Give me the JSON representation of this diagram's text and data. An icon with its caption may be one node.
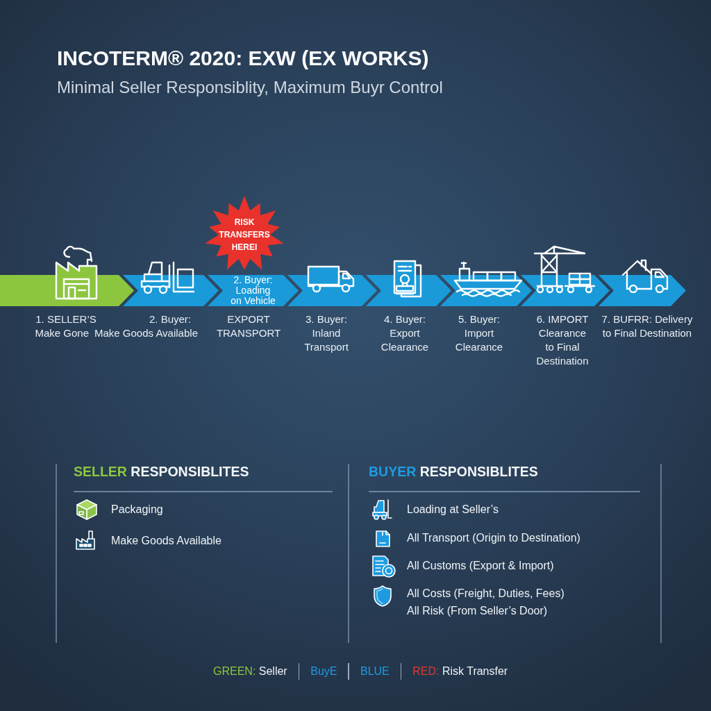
{
  "diagram": {
    "title": "INCOTERM® 2020: EXW (EX WORKS)",
    "nodes": [
      {
        "text": [
          "RISK TRANSFERS HEREI"
        ]
      },
      {
        "text": [],
        "shape": "chevron",
        "beside": [
          "1. SELLER’S",
          "Make Gone"
        ]
      },
      {
        "text": [],
        "shape": "chevron",
        "beside": [
          "2. Buyer:",
          "Make Goods Available"
        ]
      },
      {
        "text": [
          "2. Buyer: Loading on Vehicle"
        ],
        "beside": [
          "EXPORT TRANSPORT"
        ]
      },
      {
        "text": [],
        "shape": "chevron",
        "beside": [
          "3. Buyer: Inland Transport"
        ]
      },
      {
        "text": [],
        "shape": "chevron",
        "beside": [
          "4. Buyer: Export Clearance"
        ]
      },
      {
        "text": [],
        "shape": "chevron",
        "beside": [
          "5. Buyer: Import Clearance"
        ]
      },
      {
        "text": [],
        "shape": "chevron",
        "beside": [
          "6. IMPORT Clearance to Final Destination"
        ]
      },
      {
        "text": [],
        "shape": "chevron",
        "beside": [
          "7. BUFRR: Delivery to Final Destination"
        ]
      },
      {
        "text": [
          "SELLER RESPONSIBLITES",
          "Packaging",
          "Make Goods Available"
        ]
      },
      {
        "text": [
          "BUYER RESPONSIBLITES",
          "Loading at Seller’s",
          "All Transport (Origin to Destination)",
          "All Customs (Export & Import)",
          "All Costs (Freight, Duties, Fees)",
          "All Risk (From Seller’s Door)"
        ]
      }
    ],
    "labels": [
      "Minimal Seller Responsiblity, Maximum Buyr Control"
    ],
    "legend": [
      {
        "text": "GREEN: Seller",
        "color": "#8dc63f"
      },
      {
        "text": "BuyE",
        "color": "#1e9be0"
      },
      {
        "text": "BLUE",
        "color": "#1e9be0"
      },
      {
        "text": "RED: Risk Transfer",
        "color": "#e8352b"
      }
    ]
  }
}
